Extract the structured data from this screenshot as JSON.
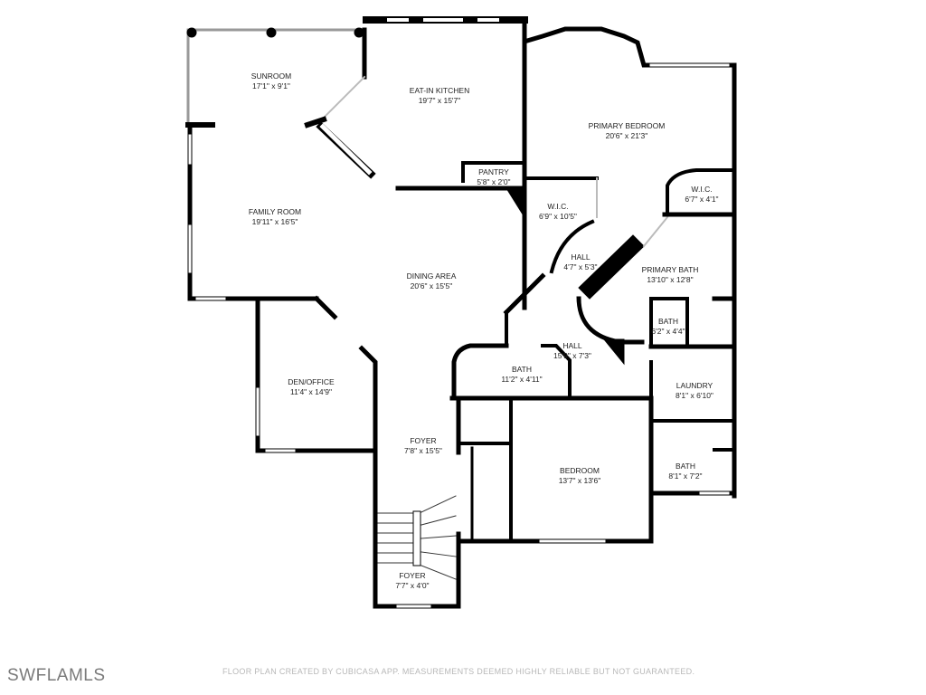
{
  "rooms": [
    {
      "name": "SUNROOM",
      "dims": "17'1\" x 9'1\""
    },
    {
      "name": "EAT-IN KITCHEN",
      "dims": "19'7\" x 15'7\""
    },
    {
      "name": "PRIMARY BEDROOM",
      "dims": "20'6\" x 21'3\""
    },
    {
      "name": "PANTRY",
      "dims": "5'8\" x 2'0\""
    },
    {
      "name": "W.I.C.",
      "dims": "6'9\" x 10'5\""
    },
    {
      "name": "W.I.C.",
      "dims": "6'7\" x 4'1\""
    },
    {
      "name": "FAMILY ROOM",
      "dims": "19'11\" x 16'5\""
    },
    {
      "name": "HALL",
      "dims": "4'7\" x 5'3\""
    },
    {
      "name": "PRIMARY BATH",
      "dims": "13'10\" x 12'8\""
    },
    {
      "name": "DINING AREA",
      "dims": "20'6\" x 15'5\""
    },
    {
      "name": "BATH",
      "dims": "6'2\" x 4'4\""
    },
    {
      "name": "HALL",
      "dims": "15'9\" x 7'3\""
    },
    {
      "name": "BATH",
      "dims": "11'2\" x 4'11\""
    },
    {
      "name": "DEN/OFFICE",
      "dims": "11'4\" x 14'9\""
    },
    {
      "name": "LAUNDRY",
      "dims": "8'1\" x 6'10\""
    },
    {
      "name": "FOYER",
      "dims": "7'8\" x 15'5\""
    },
    {
      "name": "BEDROOM",
      "dims": "13'7\" x 13'6\""
    },
    {
      "name": "BATH",
      "dims": "8'1\" x 7'2\""
    },
    {
      "name": "FOYER",
      "dims": "7'7\" x 4'0\""
    }
  ],
  "logo": "SWFLAMLS",
  "disclaimer": "FLOOR PLAN CREATED BY CUBICASA APP. MEASUREMENTS DEEMED HIGHLY RELIABLE BUT NOT GUARANTEED.",
  "colors": {
    "wall": "#000000",
    "window": "#ffffff",
    "text": "#222222"
  }
}
